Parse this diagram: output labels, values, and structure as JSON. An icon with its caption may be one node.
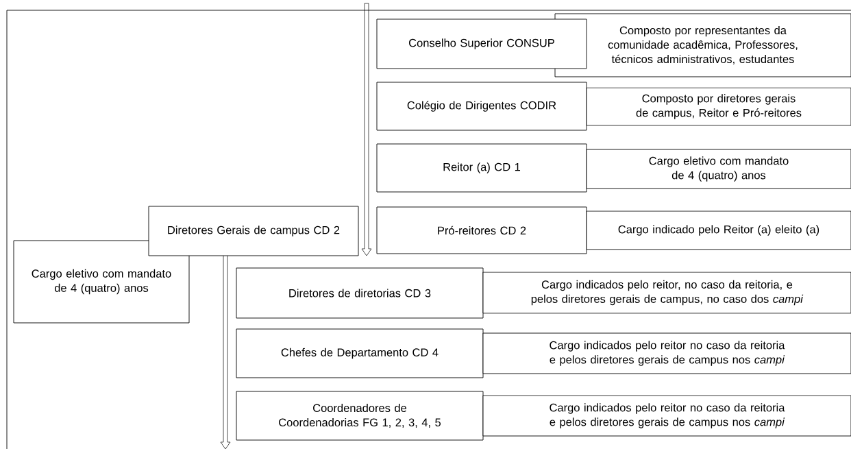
{
  "diagram": {
    "nodes": [
      {
        "text": [
          "Conselho Superior CONSUP"
        ]
      },
      {
        "text": [
          "Composto por representantes da comunidade acadêmica, Professores, técnicos administrativos, estudantes"
        ]
      },
      {
        "text": [
          "Colégio de Dirigentes CODIR"
        ]
      },
      {
        "text": [
          "Composto por diretores gerais de campus, Reitor e Pró-reitores"
        ]
      },
      {
        "text": [
          "Reitor (a) CD 1"
        ]
      },
      {
        "text": [
          "Cargo eletivo com mandato de 4 (quatro) anos"
        ]
      },
      {
        "text": [
          "Diretores Gerais de campus CD 2"
        ]
      },
      {
        "text": [
          "Cargo eletivo com mandato de 4 (quatro) anos"
        ]
      },
      {
        "text": [
          "Pró-reitores CD 2"
        ]
      },
      {
        "text": [
          "Cargo indicado pelo Reitor (a) eleito (a)"
        ]
      },
      {
        "text": [
          "Diretores de diretorias CD 3"
        ]
      },
      {
        "text": [
          "Cargo indicados pelo reitor, no caso da reitoria, e pelos diretores gerais de campus, no caso dos *campi*"
        ]
      },
      {
        "text": [
          "Chefes de Departamento CD 4"
        ]
      },
      {
        "text": [
          "Cargo indicados pelo reitor no caso da reitoria e pelos diretores gerais de campus nos *campi*"
        ]
      },
      {
        "text": [
          "Coordenadores de Coordenadorias FG 1, 2, 3, 4, 5"
        ]
      },
      {
        "text": [
          "Cargo indicados pelo reitor no caso da reitoria e pelos diretores gerais de campus nos *campi*"
        ]
      }
    ]
  }
}
